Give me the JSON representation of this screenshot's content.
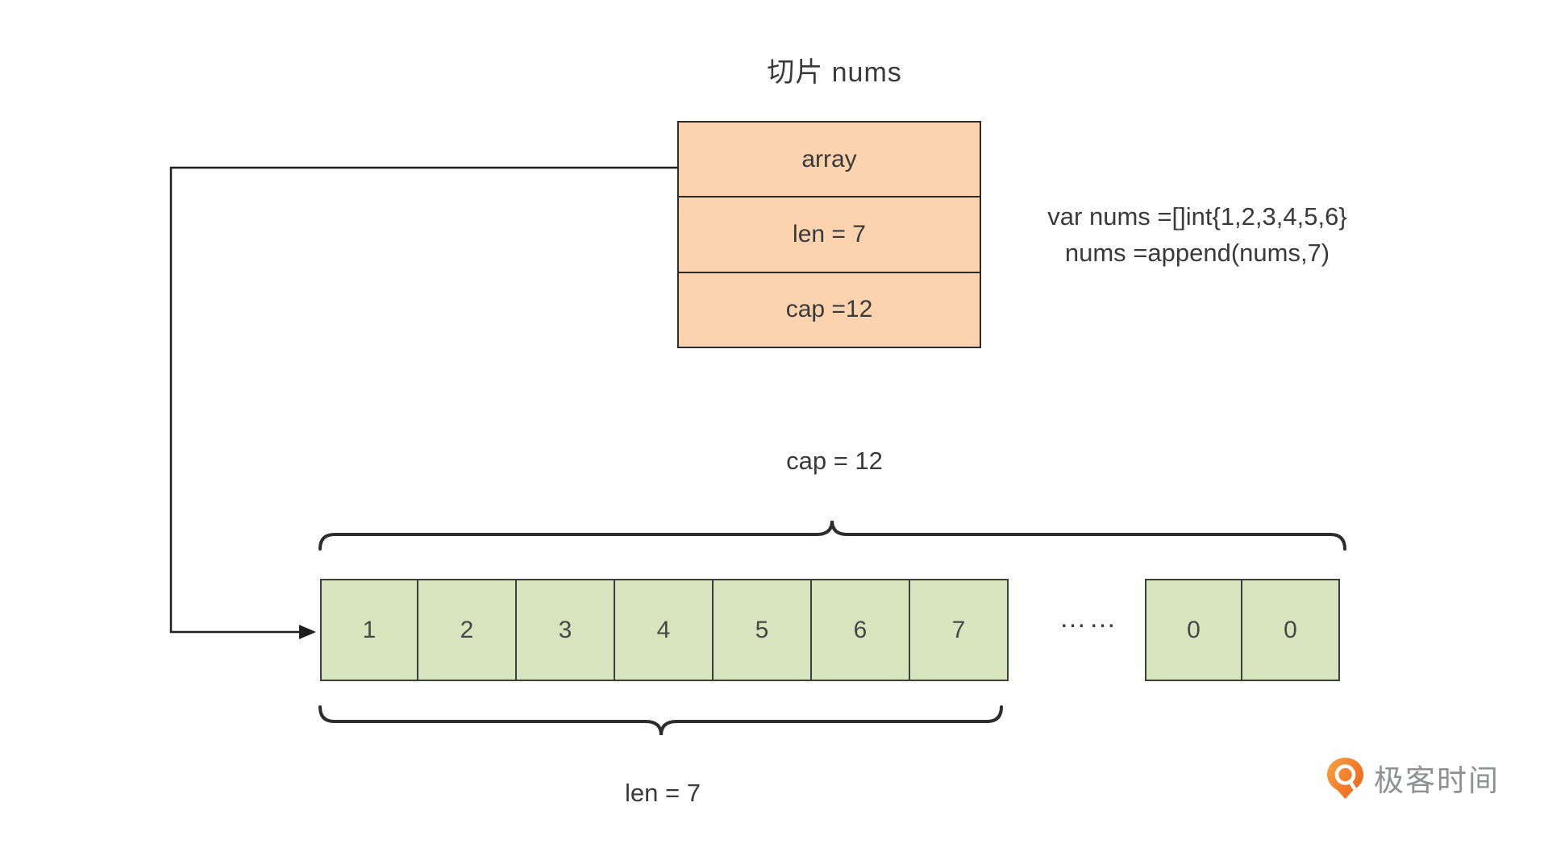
{
  "title": "切片 nums",
  "struct": {
    "fields": [
      "array",
      "len = 7",
      "cap =12"
    ]
  },
  "code": {
    "line1": "var nums =[]int{1,2,3,4,5,6}",
    "line2": "nums =append(nums,7)"
  },
  "braces": {
    "cap_label": "cap = 12",
    "len_label": "len = 7"
  },
  "array": {
    "cells": [
      "1",
      "2",
      "3",
      "4",
      "5",
      "6",
      "7"
    ],
    "ellipsis": "……",
    "extra_cells": [
      "0",
      "0"
    ]
  },
  "logo": {
    "brand": "极客时间"
  },
  "colors": {
    "struct_fill": "#fbd3ae",
    "cell_fill": "#d8e4be",
    "stroke": "#2d2d2d",
    "text": "#3a3a3a",
    "logo_orange_light": "#f59a3e",
    "logo_orange_dark": "#ed6a1f",
    "logo_text": "#8f9194"
  }
}
